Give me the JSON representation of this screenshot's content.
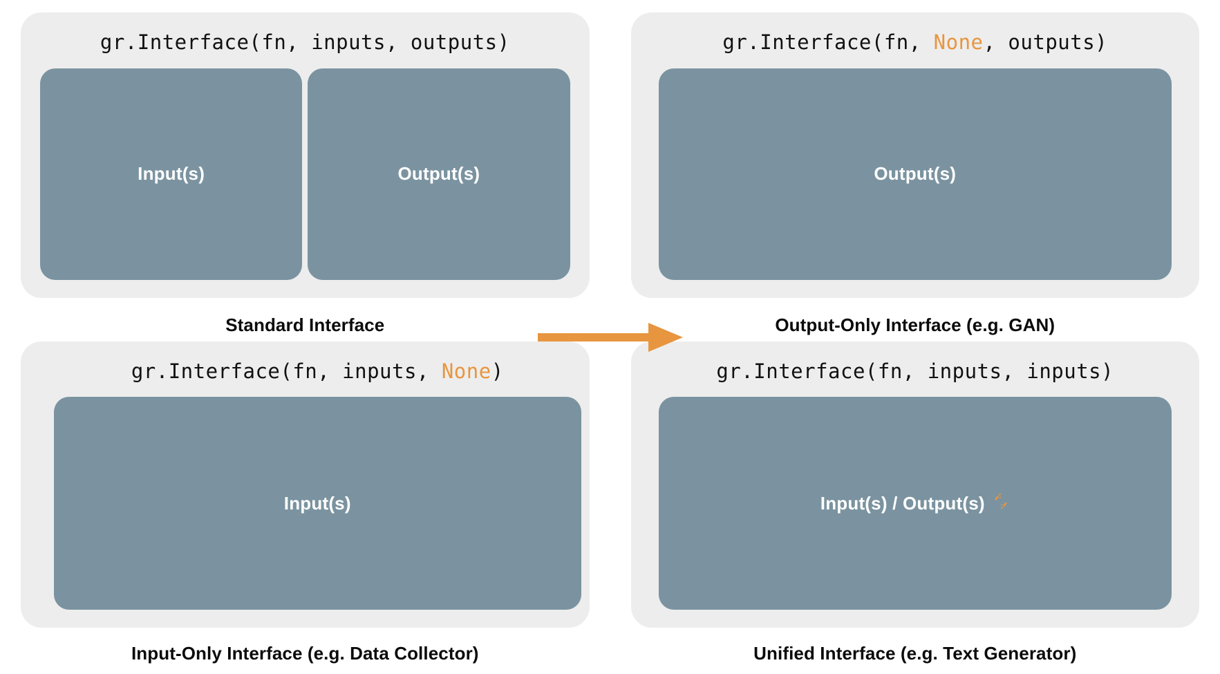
{
  "colors": {
    "panel_background": "#ededed",
    "box_fill": "#7b93a0",
    "accent_orange": "#e8953f",
    "text_dark": "#0b0b0b",
    "box_text": "#ffffff",
    "page_background": "#ffffff"
  },
  "panels": [
    {
      "id": "standard",
      "code": {
        "prefix": "gr.Interface(fn, inputs, outputs)",
        "segments": [
          {
            "text": "gr.Interface(fn, inputs, outputs)",
            "highlight": false
          }
        ]
      },
      "boxes": [
        {
          "label": "Input(s)",
          "icon": null
        },
        {
          "label": "Output(s)",
          "icon": null
        }
      ],
      "arrow": {
        "present": true,
        "icon": "right-arrow-icon",
        "color": "#e8953f"
      },
      "caption": "Standard Interface"
    },
    {
      "id": "output-only",
      "code": {
        "segments": [
          {
            "text": "gr.Interface(fn, ",
            "highlight": false
          },
          {
            "text": "None",
            "highlight": true
          },
          {
            "text": ", outputs)",
            "highlight": false
          }
        ]
      },
      "boxes": [
        {
          "label": "Output(s)",
          "icon": null
        }
      ],
      "arrow": {
        "present": false
      },
      "caption": "Output-Only Interface (e.g. GAN)"
    },
    {
      "id": "input-only",
      "code": {
        "segments": [
          {
            "text": "gr.Interface(fn, inputs, ",
            "highlight": false
          },
          {
            "text": "None",
            "highlight": true
          },
          {
            "text": ")",
            "highlight": false
          }
        ]
      },
      "boxes": [
        {
          "label": "Input(s)",
          "icon": null
        }
      ],
      "arrow": {
        "present": false
      },
      "caption": "Input-Only Interface (e.g. Data Collector)"
    },
    {
      "id": "unified",
      "code": {
        "segments": [
          {
            "text": "gr.Interface(fn, inputs, inputs)",
            "highlight": false
          }
        ]
      },
      "boxes": [
        {
          "label": "Input(s) / Output(s)",
          "icon": "cycle-refresh-icon"
        }
      ],
      "arrow": {
        "present": false
      },
      "caption": "Unified Interface (e.g. Text Generator)"
    }
  ],
  "text": {
    "p0_code_full": "gr.Interface(fn, inputs, outputs)",
    "p0_box0": "Input(s)",
    "p0_box1": "Output(s)",
    "p0_caption": "Standard Interface",
    "p1_code_a": "gr.Interface(fn, ",
    "p1_code_none": "None",
    "p1_code_b": ", outputs)",
    "p1_box0": "Output(s)",
    "p1_caption": "Output-Only Interface (e.g. GAN)",
    "p2_code_a": "gr.Interface(fn, inputs, ",
    "p2_code_none": "None",
    "p2_code_b": ")",
    "p2_box0": "Input(s)",
    "p2_caption": "Input-Only Interface (e.g. Data Collector)",
    "p3_code_full": "gr.Interface(fn, inputs, inputs)",
    "p3_box0": "Input(s) / Output(s)",
    "p3_caption": "Unified Interface (e.g. Text Generator)"
  }
}
